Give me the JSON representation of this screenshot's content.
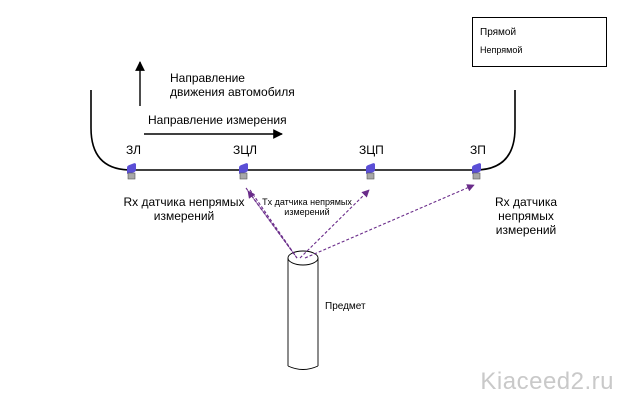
{
  "legend": {
    "direct": "Прямой",
    "indirect": "Непрямой"
  },
  "labels": {
    "vehicle_direction": "Направление\nдвижения автомобиля",
    "measurement_direction": "Направление измерения",
    "sensor_left": "ЗЛ",
    "sensor_center_left": "ЗЦЛ",
    "sensor_center_right": "ЗЦП",
    "sensor_right": "ЗП",
    "rx_left": "Rx датчика непрямых\nизмерений",
    "tx_center": "Tx датчика непрямых\nизмерений",
    "rx_right": "Rx датчика\nнепрямых измерений",
    "object": "Предмет"
  },
  "watermark": "Kiaceed2.ru",
  "colors": {
    "arrow": "#6a2c8a",
    "sensor": "#5b4fd6",
    "line": "#000000"
  }
}
